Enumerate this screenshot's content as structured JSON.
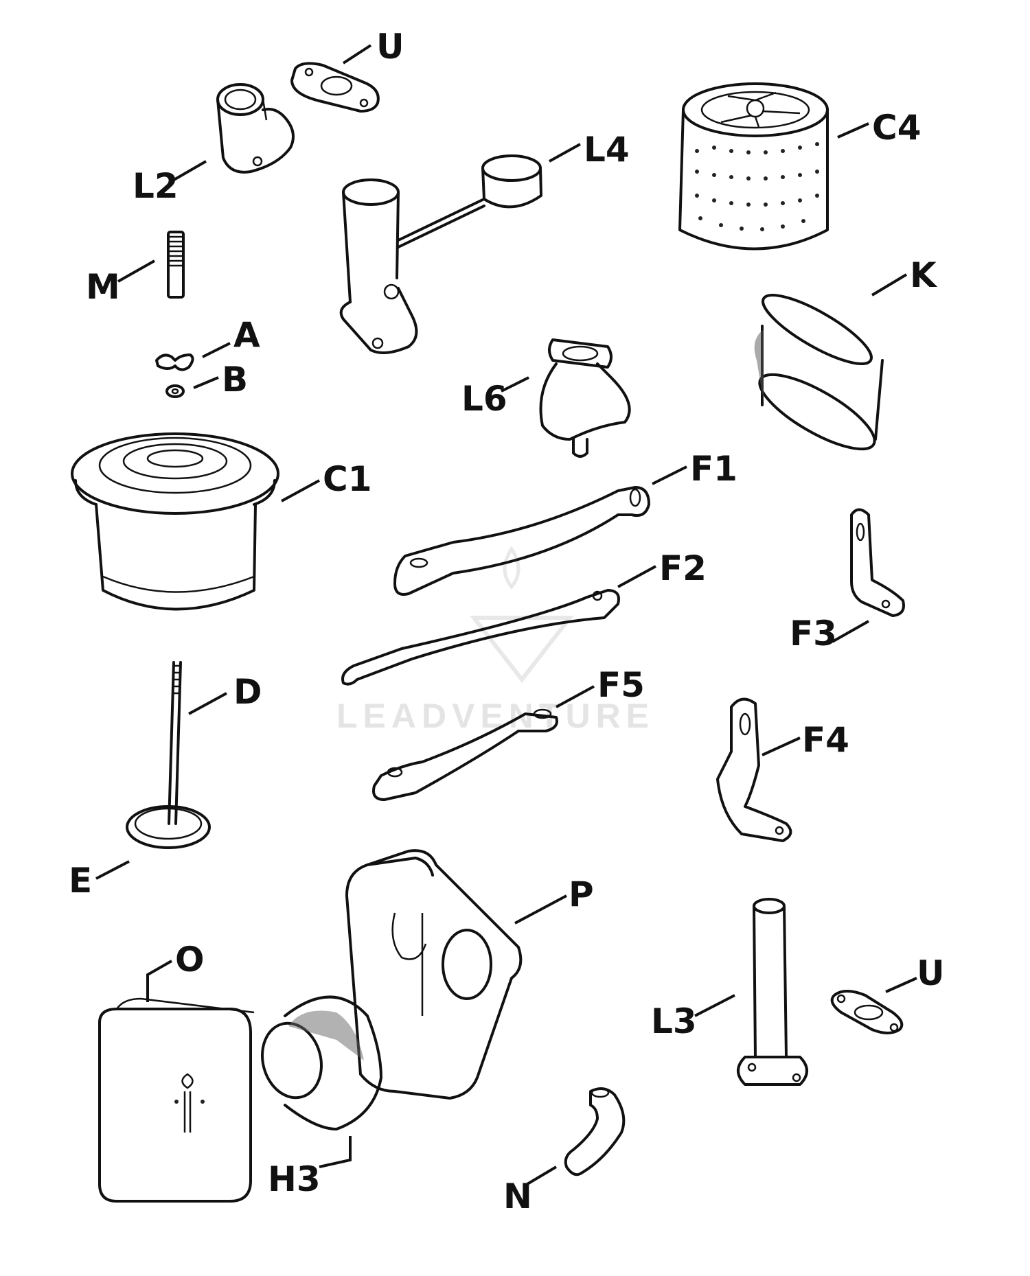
{
  "diagram": {
    "labels": {
      "U_top": "U",
      "L2": "L2",
      "L4": "L4",
      "C4": "C4",
      "M": "M",
      "A": "A",
      "B": "B",
      "K": "K",
      "L6": "L6",
      "C1": "C1",
      "F1": "F1",
      "F2": "F2",
      "F3": "F3",
      "D": "D",
      "F5": "F5",
      "F4": "F4",
      "E": "E",
      "P": "P",
      "O": "O",
      "U_bottom": "U",
      "L3": "L3",
      "H3": "H3",
      "N": "N"
    },
    "watermark": "LEADVENTURE"
  }
}
